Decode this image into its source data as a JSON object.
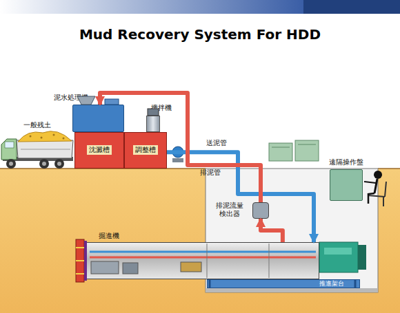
{
  "diagram": {
    "title": "Mud Recovery System For HDD",
    "nodes": [
      {
        "text": [
          "泥水処理機"
        ]
      },
      {
        "text": [
          "攪拌機"
        ]
      },
      {
        "text": [
          "一般残土"
        ]
      },
      {
        "text": [
          "沈澱槽"
        ]
      },
      {
        "text": [
          "調整槽"
        ]
      },
      {
        "text": [
          "遠隔操作盤"
        ]
      },
      {
        "text": [
          "排泥流量 検出器"
        ]
      },
      {
        "text": [
          "掘進機"
        ]
      },
      {
        "text": [
          "推進架台"
        ]
      }
    ],
    "edges": [
      {
        "from": 4,
        "to": 7,
        "arrow": "to",
        "label": "送泥管"
      },
      {
        "from": 7,
        "to": 6,
        "arrow": "to"
      },
      {
        "from": 6,
        "to": 0,
        "arrow": "to",
        "label": "排泥管"
      }
    ]
  }
}
